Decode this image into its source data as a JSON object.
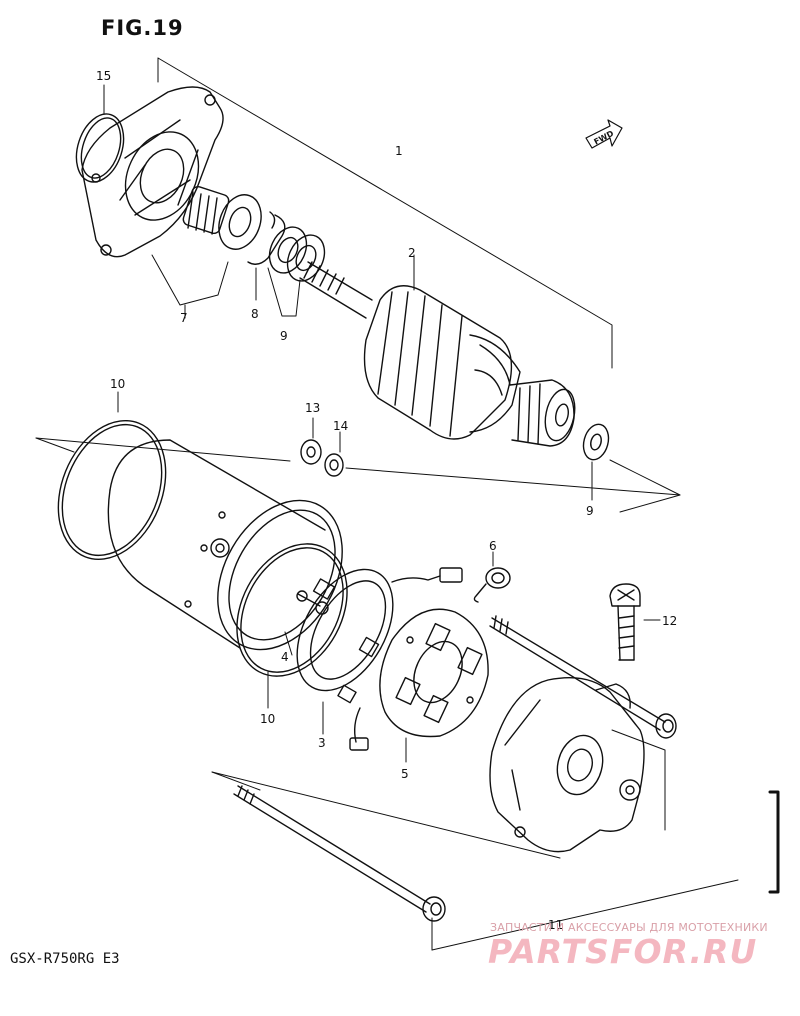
{
  "figure": {
    "title": "FIG.19",
    "model_code": "GSX-R750RG  E3"
  },
  "callouts": {
    "c1": "1",
    "c2": "2",
    "c3": "3",
    "c4": "4",
    "c5": "5",
    "c6": "6",
    "c7": "7",
    "c8": "8",
    "c9a": "9",
    "c9b": "9",
    "c10a": "10",
    "c10b": "10",
    "c11": "11",
    "c12": "12",
    "c13": "13",
    "c14": "14",
    "c15": "15"
  },
  "direction_label": "FWD",
  "watermark": {
    "line1": "ЗАПЧАСТИ И АКСЕССУАРЫ ДЛЯ МОТОТЕХНИКИ",
    "line2": "PARTSFOR.RU",
    "color": "#f4b7c0"
  },
  "colors": {
    "ink": "#111111",
    "paper": "#ffffff"
  }
}
